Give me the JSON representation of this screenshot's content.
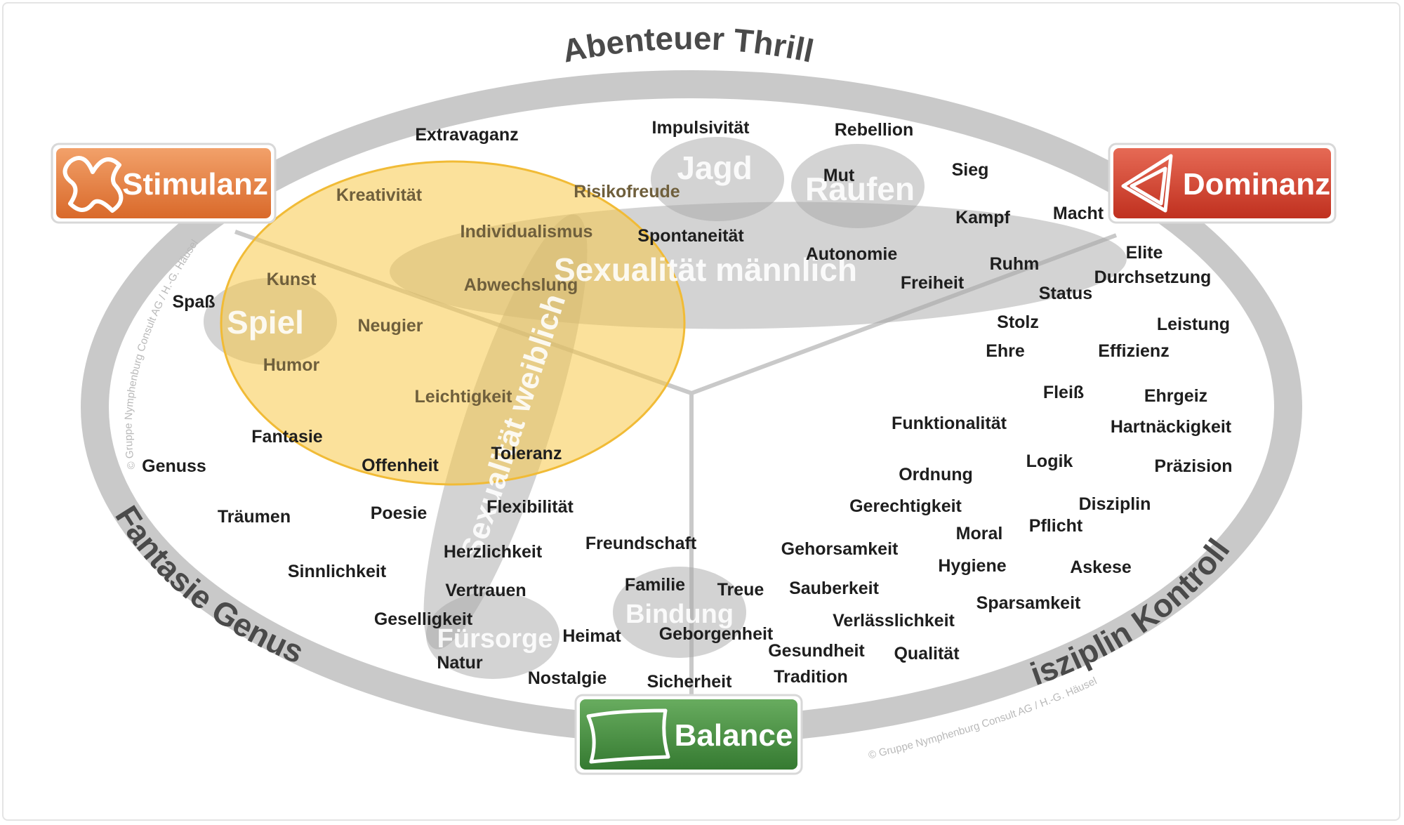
{
  "ring_labels": {
    "top": "Abenteuer Thrill",
    "left": "Fantasie Genuss",
    "right": "Disziplin Kontrolle"
  },
  "corner_boxes": {
    "stimulanz": {
      "label": "Stimulanz",
      "color": "#e07a3a"
    },
    "dominanz": {
      "label": "Dominanz",
      "color": "#cf3b2a"
    },
    "balance": {
      "label": "Balance",
      "color": "#3f8a3a"
    }
  },
  "clusters": {
    "jagd": "Jagd",
    "raufen": "Raufen",
    "sexualitaet_maennlich": "Sexualität männlich",
    "spiel": "Spiel",
    "sexualitaet_weiblich": "Sexualität weiblich",
    "bindung": "Bindung",
    "fuersorge": "Fürsorge"
  },
  "colors": {
    "ring": "#c9c9c9",
    "cluster_gray": "#a8a8a8",
    "yellow_highlight": "#f7c948"
  },
  "copyright": {
    "left": "© Gruppe Nymphenburg Consult AG / H.-G. Häusel",
    "bottom": "© Gruppe Nymphenburg Consult AG / H.-G. Häusel"
  },
  "words": {
    "extravaganz": "Extravaganz",
    "impulsivitaet": "Impulsivität",
    "rebellion": "Rebellion",
    "mut": "Mut",
    "sieg": "Sieg",
    "kreativitaet": "Kreativität",
    "risikofreude": "Risikofreude",
    "kampf": "Kampf",
    "macht": "Macht",
    "individualismus": "Individualismus",
    "spontaneitaet": "Spontaneität",
    "autonomie": "Autonomie",
    "elite": "Elite",
    "ruhm": "Ruhm",
    "durchsetzung": "Durchsetzung",
    "kunst": "Kunst",
    "abwechslung": "Abwechslung",
    "freiheit": "Freiheit",
    "status": "Status",
    "spass": "Spaß",
    "neugier": "Neugier",
    "stolz": "Stolz",
    "leistung": "Leistung",
    "ehre": "Ehre",
    "effizienz": "Effizienz",
    "humor": "Humor",
    "fleiss": "Fleiß",
    "ehrgeiz": "Ehrgeiz",
    "leichtigkeit": "Leichtigkeit",
    "funktionalitaet": "Funktionalität",
    "hartnaeckigkeit": "Hartnäckigkeit",
    "fantasie": "Fantasie",
    "toleranz": "Toleranz",
    "genuss": "Genuss",
    "offenheit": "Offenheit",
    "logik": "Logik",
    "ordnung": "Ordnung",
    "praezision": "Präzision",
    "flexibilitaet": "Flexibilität",
    "gerechtigkeit": "Gerechtigkeit",
    "disziplin": "Disziplin",
    "traeumen": "Träumen",
    "poesie": "Poesie",
    "pflicht": "Pflicht",
    "moral": "Moral",
    "freundschaft": "Freundschaft",
    "gehorsamkeit": "Gehorsamkeit",
    "herzlichkeit": "Herzlichkeit",
    "hygiene": "Hygiene",
    "askese": "Askese",
    "sinnlichkeit": "Sinnlichkeit",
    "familie": "Familie",
    "treue": "Treue",
    "sauberkeit": "Sauberkeit",
    "vertrauen": "Vertrauen",
    "sparsamkeit": "Sparsamkeit",
    "geselligkeit": "Geselligkeit",
    "verlaesslichkeit": "Verlässlichkeit",
    "heimat": "Heimat",
    "geborgenheit": "Geborgenheit",
    "gesundheit": "Gesundheit",
    "qualitaet": "Qualität",
    "natur": "Natur",
    "nostalgie": "Nostalgie",
    "tradition": "Tradition",
    "sicherheit": "Sicherheit"
  }
}
